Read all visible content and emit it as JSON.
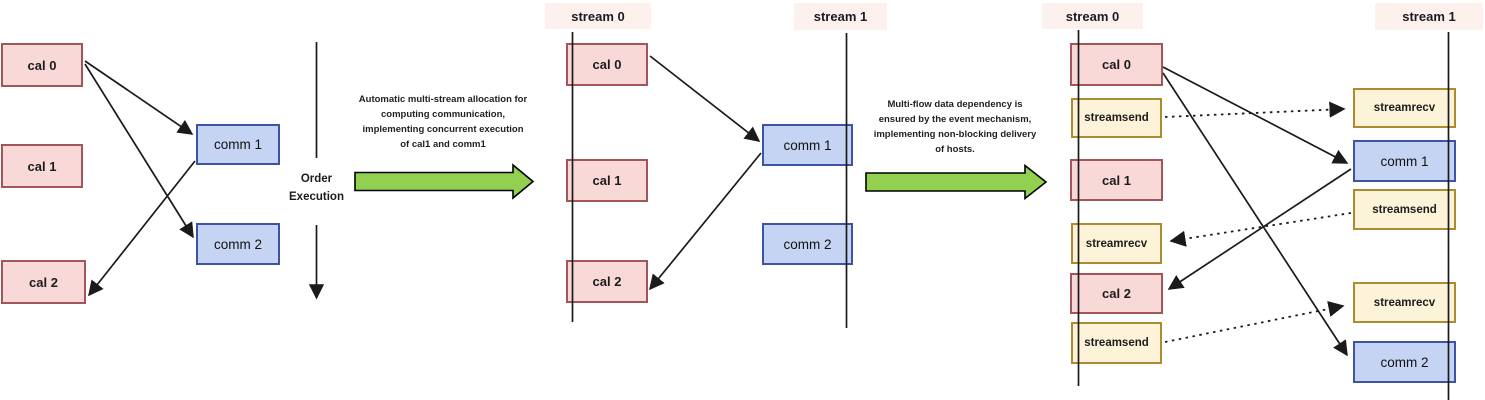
{
  "diagram": {
    "panel_initial": {
      "cal0": "cal 0",
      "cal1": "cal 1",
      "cal2": "cal 2",
      "comm1": "comm 1",
      "comm2": "comm 2",
      "order_label": "Order Execution"
    },
    "transition1": {
      "caption": "Automatic multi-stream allocation for computing communication, implementing concurrent execution of cal1 and comm1"
    },
    "transition2": {
      "caption": "Multi-flow data dependency is ensured by the event mechanism, implementing non-blocking delivery of hosts."
    },
    "panel_streams": {
      "stream0_header": "stream 0",
      "stream1_header": "stream 1",
      "cal0": "cal 0",
      "cal1": "cal 1",
      "cal2": "cal 2",
      "comm1": "comm 1",
      "comm2": "comm 2"
    },
    "panel_events": {
      "stream0_header": "stream 0",
      "stream1_header": "stream 1",
      "stream0_boxes": [
        "cal 0",
        "streamsend",
        "cal 1",
        "streamrecv",
        "cal 2",
        "streamsend"
      ],
      "stream1_boxes": [
        "streamrecv",
        "comm 1",
        "streamsend",
        "streamrecv",
        "comm 2"
      ]
    },
    "colors": {
      "cal_fill": "#f8d9d8",
      "cal_border": "#a3565a",
      "comm_fill": "#c6d4f3",
      "comm_border": "#3f53a4",
      "event_fill": "#fdf3d9",
      "event_border": "#ad8b31",
      "green_arrow": "#92d050",
      "header_bg": "#fdf1ee",
      "line_color": "#1a1a1a"
    }
  }
}
